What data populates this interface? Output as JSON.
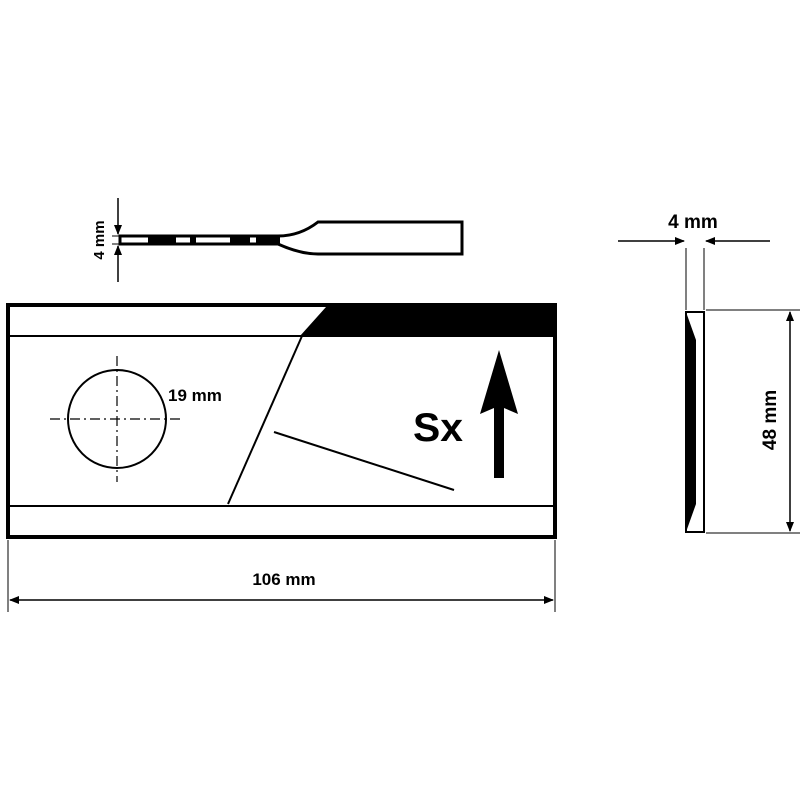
{
  "dimensions": {
    "length": "106 mm",
    "hole_diameter": "19 mm",
    "thickness_top": "4 mm",
    "thickness_side": "4 mm",
    "width": "48 mm"
  },
  "marking": "Sx",
  "colors": {
    "ink": "#000000",
    "paper": "#ffffff"
  }
}
